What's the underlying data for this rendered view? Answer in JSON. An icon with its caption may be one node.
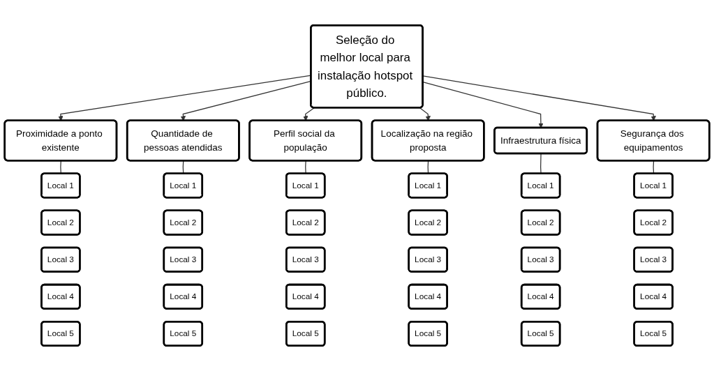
{
  "diagram": {
    "nodes": [
      {
        "text": [
          "Seleção do melhor local para instalação hotspot público."
        ]
      },
      {
        "text": [
          "Proximidade a ponto existente"
        ]
      },
      {
        "text": [
          "Quantidade de pessoas atendidas"
        ]
      },
      {
        "text": [
          "Perfil social da população"
        ]
      },
      {
        "text": [
          "Localização na região proposta"
        ]
      },
      {
        "text": [
          "Infraestrutura física"
        ]
      },
      {
        "text": [
          "Segurança dos equipamentos"
        ]
      },
      {
        "text": [
          "Local 1"
        ]
      },
      {
        "text": [
          "Local 2"
        ]
      },
      {
        "text": [
          "Local 3"
        ]
      },
      {
        "text": [
          "Local 4"
        ]
      },
      {
        "text": [
          "Local 5"
        ]
      },
      {
        "text": [
          "Local 1"
        ]
      },
      {
        "text": [
          "Local 2"
        ]
      },
      {
        "text": [
          "Local 3"
        ]
      },
      {
        "text": [
          "Local 4"
        ]
      },
      {
        "text": [
          "Local 5"
        ]
      },
      {
        "text": [
          "Local 1"
        ]
      },
      {
        "text": [
          "Local 2"
        ]
      },
      {
        "text": [
          "Local 3"
        ]
      },
      {
        "text": [
          "Local 4"
        ]
      },
      {
        "text": [
          "Local 5"
        ]
      },
      {
        "text": [
          "Local 1"
        ]
      },
      {
        "text": [
          "Local 2"
        ]
      },
      {
        "text": [
          "Local 3"
        ]
      },
      {
        "text": [
          "Local 4"
        ]
      },
      {
        "text": [
          "Local 5"
        ]
      },
      {
        "text": [
          "Local 1"
        ]
      },
      {
        "text": [
          "Local 2"
        ]
      },
      {
        "text": [
          "Local 3"
        ]
      },
      {
        "text": [
          "Local 4"
        ]
      },
      {
        "text": [
          "Local 5"
        ]
      },
      {
        "text": [
          "Local 1"
        ]
      },
      {
        "text": [
          "Local 2"
        ]
      },
      {
        "text": [
          "Local 3"
        ]
      },
      {
        "text": [
          "Local 4"
        ]
      },
      {
        "text": [
          "Local 5"
        ]
      }
    ],
    "edges": [
      {
        "from": 0,
        "to": 1,
        "arrow": "to"
      },
      {
        "from": 0,
        "to": 2,
        "arrow": "to"
      },
      {
        "from": 0,
        "to": 3,
        "arrow": "to"
      },
      {
        "from": 0,
        "to": 4,
        "arrow": "to"
      },
      {
        "from": 0,
        "to": 5,
        "arrow": "to"
      },
      {
        "from": 0,
        "to": 6,
        "arrow": "to"
      },
      {
        "from": 1,
        "to": 7,
        "arrow": "none"
      },
      {
        "from": 2,
        "to": 12,
        "arrow": "none"
      },
      {
        "from": 3,
        "to": 17,
        "arrow": "none"
      },
      {
        "from": 4,
        "to": 22,
        "arrow": "none"
      },
      {
        "from": 5,
        "to": 27,
        "arrow": "none"
      },
      {
        "from": 6,
        "to": 32,
        "arrow": "none"
      }
    ]
  }
}
